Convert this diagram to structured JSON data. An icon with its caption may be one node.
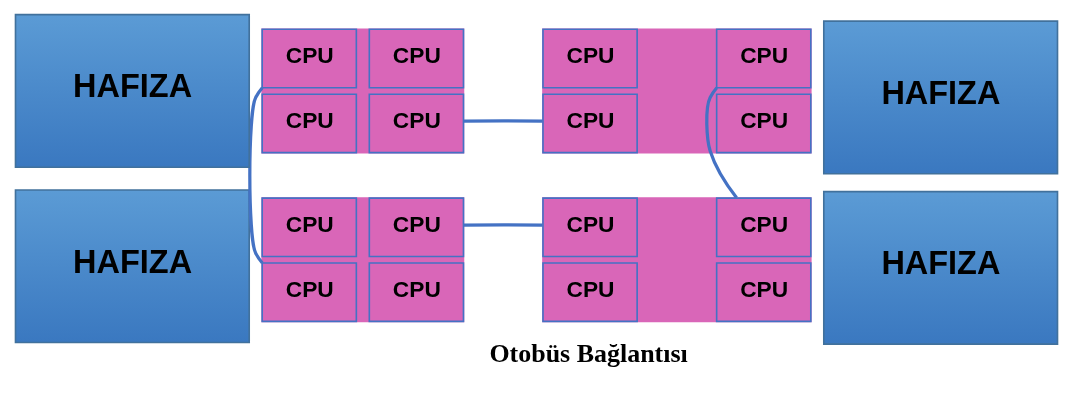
{
  "diagram": {
    "nodes": [
      {
        "text": [
          "HAFIZA"
        ]
      },
      {
        "text": [],
        "shape": "box"
      },
      {
        "text": [
          "CPU"
        ],
        "in": 1
      },
      {
        "text": [
          "CPU"
        ],
        "in": 1
      },
      {
        "text": [
          "CPU"
        ],
        "in": 1
      },
      {
        "text": [
          "CPU"
        ],
        "in": 1
      },
      {
        "text": [],
        "shape": "box"
      },
      {
        "text": [
          "CPU"
        ],
        "in": 6
      },
      {
        "text": [
          "CPU"
        ],
        "in": 6
      },
      {
        "text": [
          "CPU"
        ],
        "in": 6
      },
      {
        "text": [
          "CPU"
        ],
        "in": 6
      },
      {
        "text": [
          "HAFIZA"
        ]
      },
      {
        "text": [
          "HAFIZA"
        ]
      },
      {
        "text": [],
        "shape": "box"
      },
      {
        "text": [
          "CPU"
        ],
        "in": 13
      },
      {
        "text": [
          "CPU"
        ],
        "in": 13
      },
      {
        "text": [
          "CPU"
        ],
        "in": 13
      },
      {
        "text": [
          "CPU"
        ],
        "in": 13
      },
      {
        "text": [],
        "shape": "box"
      },
      {
        "text": [
          "CPU"
        ],
        "in": 18
      },
      {
        "text": [
          "CPU"
        ],
        "in": 18
      },
      {
        "text": [
          "CPU"
        ],
        "in": 18
      },
      {
        "text": [
          "CPU"
        ],
        "in": 18
      },
      {
        "text": [
          "HAFIZA"
        ]
      }
    ],
    "edges": [
      {
        "from": 1,
        "to": 6,
        "arrow": "none"
      },
      {
        "from": 1,
        "to": 13,
        "arrow": "none"
      },
      {
        "from": 6,
        "to": 18,
        "arrow": "none"
      },
      {
        "from": 13,
        "to": 18,
        "arrow": "none"
      }
    ],
    "labels": [
      "Otobüs Bağlantısı"
    ]
  }
}
